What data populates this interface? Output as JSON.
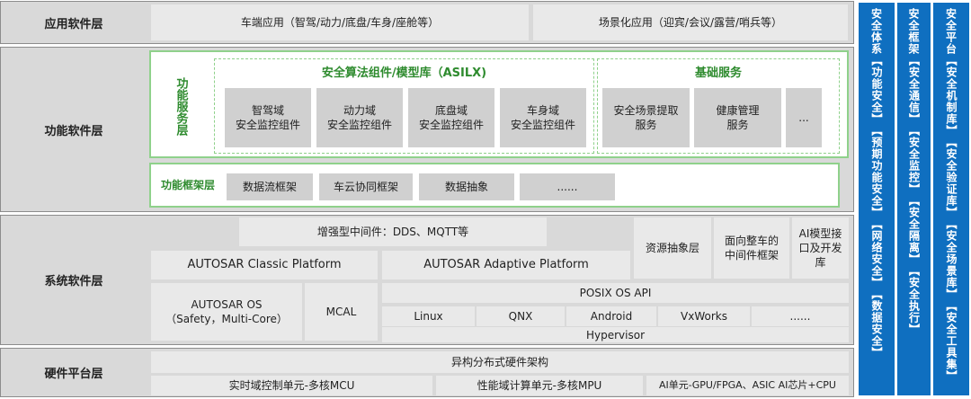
{
  "layers": {
    "app": "应用软件层",
    "function": "功能软件层",
    "system": "系统软件层",
    "hardware": "硬件平台层"
  },
  "app": {
    "vehicle_apps": "车端应用（智驾/动力/底盘/车身/座舱等）",
    "scenario_apps": "场景化应用（迎宾/会议/露营/哨兵等）"
  },
  "function": {
    "service_layer_label": "功能服务层",
    "safety_title": "安全算法组件/模型库（ASILX)",
    "safety_components": [
      "智驾域\n安全监控组件",
      "动力域\n安全监控组件",
      "底盘域\n安全监控组件",
      "车身域\n安全监控组件"
    ],
    "base_title": "基础服务",
    "base_services": [
      "安全场景提取\n服务",
      "健康管理\n服务",
      "..."
    ],
    "framework_label": "功能框架层",
    "framework_items": [
      "数据流框架",
      "车云协同框架",
      "数据抽象",
      "......"
    ]
  },
  "system": {
    "middleware": "增强型中间件：DDS、MQTT等",
    "resource_abstraction": "资源抽象层",
    "vehicle_middleware": "面向整车的\n中间件框架",
    "ai_model_interface": "AI模型接\n口及开发\n库",
    "classic": "AUTOSAR Classic Platform",
    "adaptive": "AUTOSAR Adaptive Platform",
    "os": "AUTOSAR OS\n（Safety，Multi-Core）",
    "mcal": "MCAL",
    "posix": "POSIX OS API",
    "os_list": [
      "Linux",
      "QNX",
      "Android",
      "VxWorks",
      "......"
    ],
    "hypervisor": "Hypervisor"
  },
  "hardware": {
    "hetero": "异构分布式硬件架构",
    "units": [
      "实时域控制单元-多核MCU",
      "性能域计算单元-多核MPU",
      "AI单元-GPU/FPGA、ASIC AI芯片+CPU"
    ]
  },
  "side": [
    {
      "head": "安全体系",
      "items": [
        "【功能安全】",
        "【预期功能安全】",
        "【网络安全】",
        "【数据安全】"
      ]
    },
    {
      "head": "安全框架",
      "items": [
        "【安全通信】",
        "【安全监控】",
        "【安全隔离】",
        "【安全执行】"
      ]
    },
    {
      "head": "安全平台",
      "items": [
        "【安全机制库】",
        "【安全验证库】",
        "【安全场景库】",
        "【安全工具集】"
      ]
    }
  ],
  "colors": {
    "side_blue": "#0f6fc0",
    "green_border": "#8fd18b",
    "layer_gray": "#d9d9d9"
  }
}
